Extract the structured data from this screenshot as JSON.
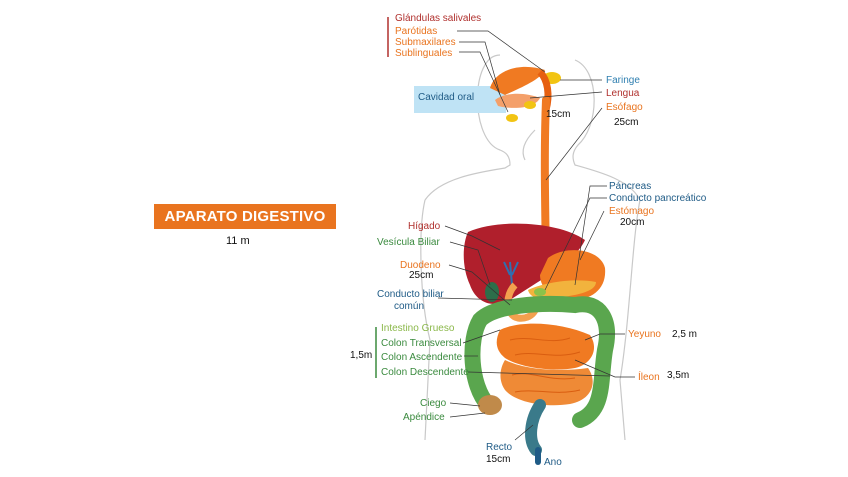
{
  "title": "APARATO DIGESTIVO",
  "subtitle": "11 m",
  "colors": {
    "title_bg": "#e9741f",
    "organ_orange": "#f07a22",
    "liver_red": "#b01f2c",
    "intestine_green": "#5aa64e",
    "cavity_blue": "#bfe3f5"
  },
  "labels": {
    "glandulas_salivales": "Glándulas salivales",
    "parotidas": "Parótidas",
    "submaxilares": "Submaxilares",
    "sublinguales": "Sublinguales",
    "cavidad_oral": "Cavidad oral",
    "faringe": "Faringe",
    "lengua": "Lengua",
    "esofago": "Esófago",
    "esofago_len_a": "15cm",
    "esofago_len_b": "25cm",
    "pancreas": "Páncreas",
    "conducto_pancreatico": "Conducto pancreático",
    "estomago": "Estómago",
    "estomago_len": "20cm",
    "higado": "Hígado",
    "vesicula_biliar": "Vesícula Biliar",
    "duodeno": "Duodeno",
    "duodeno_len": "25cm",
    "conducto_biliar_1": "Conducto biliar",
    "conducto_biliar_2": "común",
    "intestino_grueso": "Intestino Grueso",
    "colon_transversal": "Colon Transversal",
    "colon_ascendente": "Colon Ascendente",
    "colon_descendente": "Colon Descendente",
    "colon_len": "1,5m",
    "yeyuno": "Yeyuno",
    "yeyuno_len": "2,5 m",
    "ileon": "Íleon",
    "ileon_len": "3,5m",
    "ciego": "Ciego",
    "apendice": "Apéndice",
    "recto": "Recto",
    "recto_len": "15cm",
    "ano": "Ano"
  }
}
